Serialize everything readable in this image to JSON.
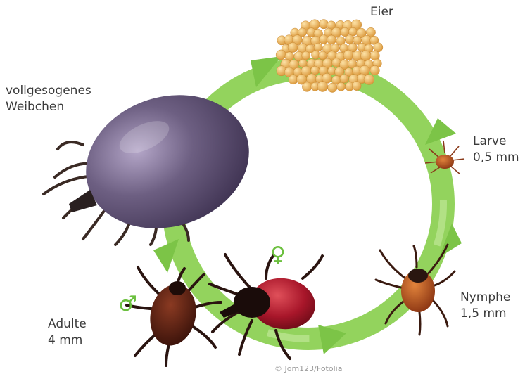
{
  "labels": {
    "eggs": "Eier",
    "engorged_female_line1": "vollgesogenes",
    "engorged_female_line2": "Weibchen",
    "larva_name": "Larve",
    "larva_size": "0,5 mm",
    "nymph_name": "Nymphe",
    "nymph_size": "1,5 mm",
    "adult_name": "Adulte",
    "adult_size": "4 mm"
  },
  "symbols": {
    "male": "♂",
    "female": "♀"
  },
  "credit": "© Jom123/Fotolia",
  "colors": {
    "cycle_green": "#8fd15a",
    "cycle_green_light": "#c9ec9f",
    "symbol_green": "#6cc03f",
    "engorged_body": "#5b4e6f",
    "female_abdomen": "#b21e2a",
    "tick_dark": "#2a1612",
    "egg": "#f0b962"
  }
}
